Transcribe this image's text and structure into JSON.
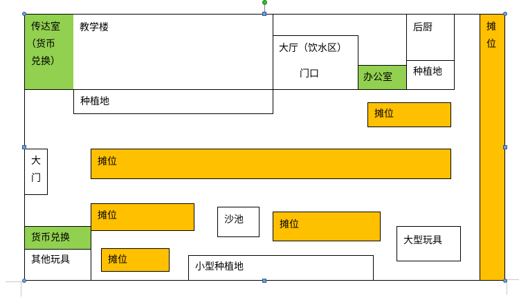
{
  "diagram": {
    "labels": {
      "reception": [
        "传达室",
        "（货币",
        "兑换）"
      ],
      "teaching_building": "教学楼",
      "hall": "大厅（饮水区）",
      "door": "门口",
      "office": "办公室",
      "back_kitchen": "后厨",
      "planting_right": "种植地",
      "planting_left": "种植地",
      "stall_right_edge": [
        "摊",
        "位"
      ],
      "stall_top_right": "摊位",
      "stall_wide": "摊位",
      "main_gate": [
        "大",
        "门"
      ],
      "stall_left": "摊位",
      "sandpit": "沙池",
      "stall_center": "摊位",
      "big_toys": "大型玩具",
      "currency_exchange": "货币兑换",
      "other_toys": "其他玩具",
      "stall_bottom": "摊位",
      "small_planting": "小型种植地"
    },
    "colors": {
      "green": "#92d050",
      "orange": "#ffc000",
      "selection_handle": "#6f9fd8",
      "rotation_handle": "#2fbf2f"
    }
  }
}
